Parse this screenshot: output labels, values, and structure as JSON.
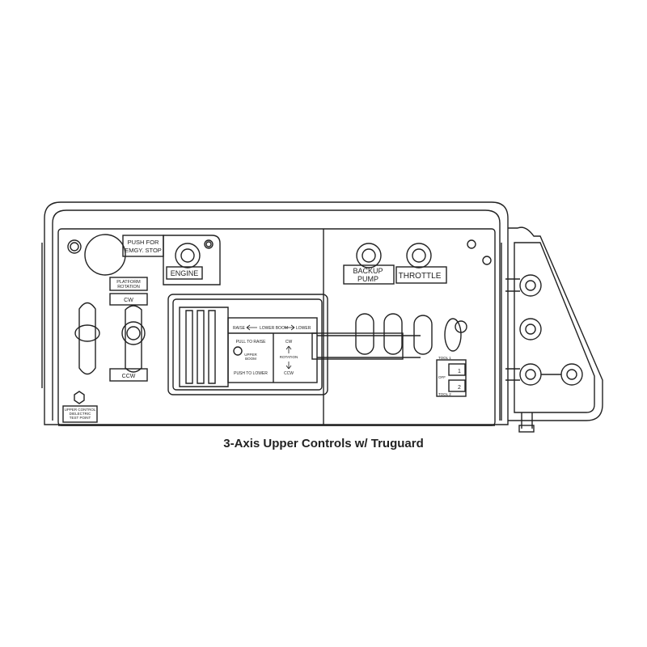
{
  "caption": "3-Axis Upper Controls w/ Truguard",
  "labels": {
    "emergency_stop": [
      "PUSH FOR",
      "EMGY. STOP"
    ],
    "engine": "ENGINE",
    "backup_pump": [
      "BACKUP",
      "PUMP"
    ],
    "throttle": "THROTTLE",
    "platform_rotation": [
      "PLATFORM",
      "ROTATION"
    ],
    "cw": "CW",
    "ccw": "CCW",
    "dielectric_test": [
      "UPPER CONTROL",
      "DIELECTRIC",
      "TEST POINT"
    ],
    "boom_raise": "RAISE",
    "boom_lower_boom": "LOWER BOOM",
    "boom_lower": "LOWER",
    "pull_to_raise": "PULL TO RAISE",
    "upper_boom": [
      "UPPER",
      "BOOM"
    ],
    "push_to_lower": "PUSH TO LOWER",
    "rotation_cw": "CW",
    "rotation": "ROTATION",
    "rotation_ccw": "CCW",
    "tool_1": "TOOL 1",
    "off": "OFF",
    "tool_2": "TOOL 2",
    "tool_num_1": "1",
    "tool_num_2": "2"
  },
  "colors": {
    "line": "#222222",
    "background": "#ffffff"
  }
}
